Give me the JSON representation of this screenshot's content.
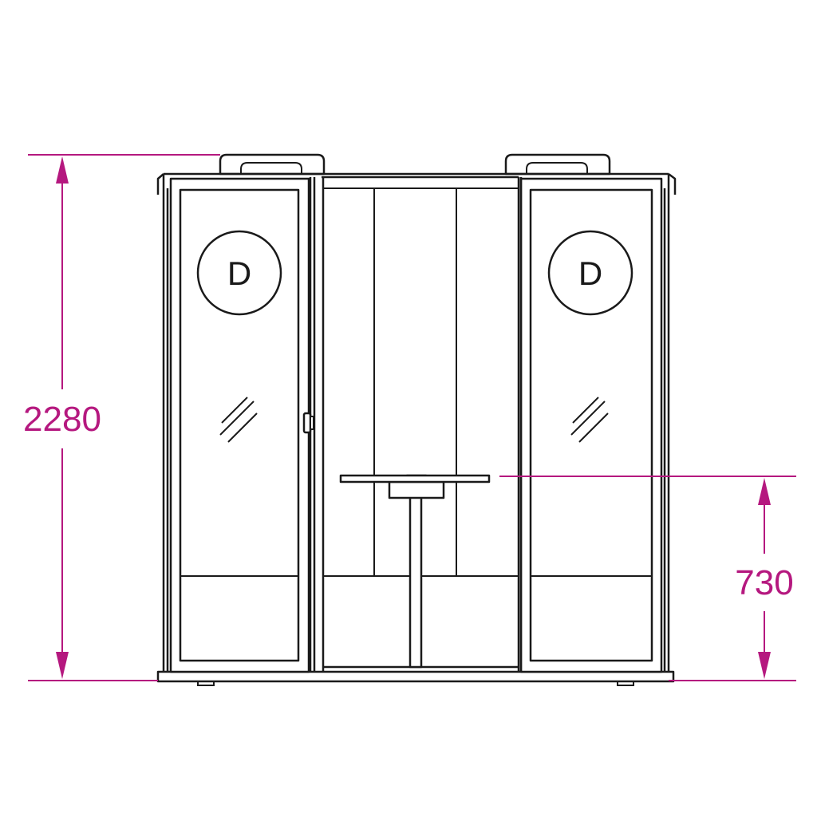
{
  "colors": {
    "dimension": "#b5187f",
    "outline": "#1a1a1a"
  },
  "dimensions": {
    "total_height": "2280",
    "table_height": "730"
  },
  "doors": {
    "left_label": "D",
    "right_label": "D"
  },
  "icons": {
    "glass_marks": "glass-hatch-icon",
    "handle": "door-handle-icon"
  }
}
